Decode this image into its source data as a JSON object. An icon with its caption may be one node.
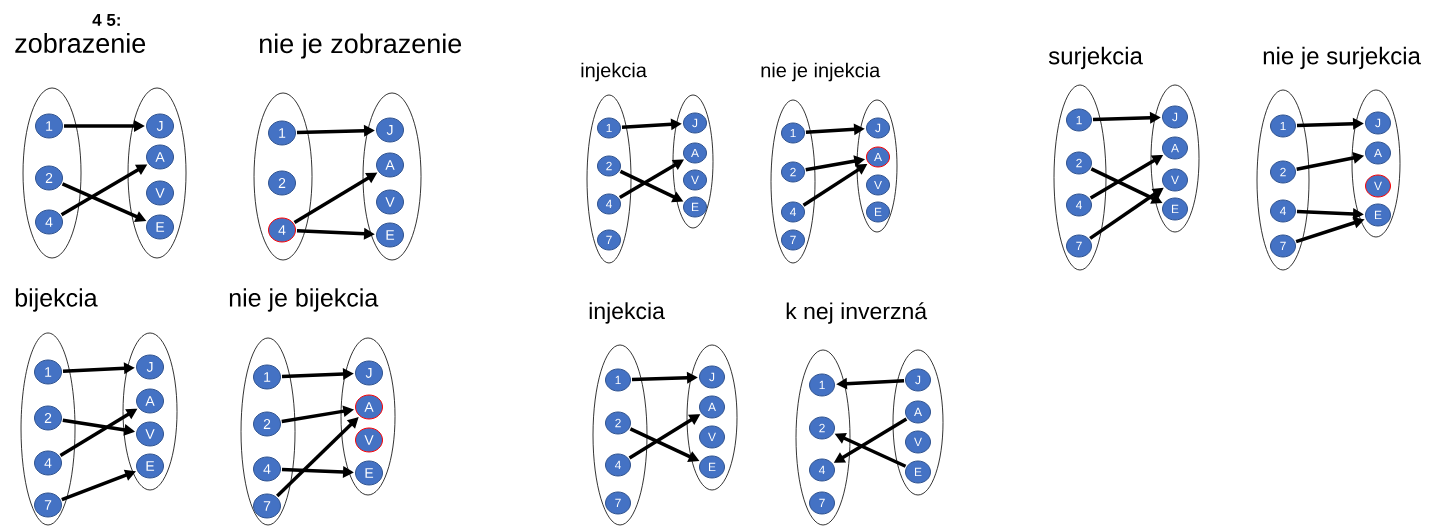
{
  "diagram": {
    "nodes": [
      {
        "text": [],
        "shape": "ellipse"
      },
      {
        "text": [
          "1"
        ],
        "in": 0
      },
      {
        "text": [
          "2"
        ],
        "in": 0
      },
      {
        "text": [
          "4"
        ],
        "in": 0
      },
      {
        "text": [],
        "shape": "ellipse"
      },
      {
        "text": [
          "J"
        ],
        "in": 4
      },
      {
        "text": [
          "A"
        ],
        "in": 4
      },
      {
        "text": [
          "V"
        ],
        "in": 4
      },
      {
        "text": [
          "E"
        ],
        "in": 4
      },
      {
        "text": [],
        "shape": "ellipse"
      },
      {
        "text": [
          "1"
        ],
        "in": 9
      },
      {
        "text": [
          "2"
        ],
        "in": 9
      },
      {
        "text": [
          "4"
        ],
        "in": 9
      },
      {
        "text": [],
        "shape": "ellipse"
      },
      {
        "text": [
          "J"
        ],
        "in": 13
      },
      {
        "text": [
          "A"
        ],
        "in": 13
      },
      {
        "text": [
          "V"
        ],
        "in": 13
      },
      {
        "text": [
          "E"
        ],
        "in": 13
      },
      {
        "text": [],
        "shape": "ellipse"
      },
      {
        "text": [
          "1"
        ],
        "in": 18
      },
      {
        "text": [
          "2"
        ],
        "in": 18
      },
      {
        "text": [
          "4"
        ],
        "in": 18
      },
      {
        "text": [
          "7"
        ],
        "in": 18
      },
      {
        "text": [],
        "shape": "ellipse"
      },
      {
        "text": [
          "J"
        ],
        "in": 23
      },
      {
        "text": [
          "A"
        ],
        "in": 23
      },
      {
        "text": [
          "V"
        ],
        "in": 23
      },
      {
        "text": [
          "E"
        ],
        "in": 23
      },
      {
        "text": [],
        "shape": "ellipse"
      },
      {
        "text": [
          "1"
        ],
        "in": 28
      },
      {
        "text": [
          "2"
        ],
        "in": 28
      },
      {
        "text": [
          "4"
        ],
        "in": 28
      },
      {
        "text": [
          "7"
        ],
        "in": 28
      },
      {
        "text": [],
        "shape": "ellipse"
      },
      {
        "text": [
          "J"
        ],
        "in": 33
      },
      {
        "text": [
          "A"
        ],
        "in": 33
      },
      {
        "text": [
          "V"
        ],
        "in": 33
      },
      {
        "text": [
          "E"
        ],
        "in": 33
      },
      {
        "text": [],
        "shape": "ellipse"
      },
      {
        "text": [
          "1"
        ],
        "in": 38
      },
      {
        "text": [
          "2"
        ],
        "in": 38
      },
      {
        "text": [
          "4"
        ],
        "in": 38
      },
      {
        "text": [
          "7"
        ],
        "in": 38
      },
      {
        "text": [],
        "shape": "ellipse"
      },
      {
        "text": [
          "J"
        ],
        "in": 43
      },
      {
        "text": [
          "A"
        ],
        "in": 43
      },
      {
        "text": [
          "V"
        ],
        "in": 43
      },
      {
        "text": [
          "E"
        ],
        "in": 43
      },
      {
        "text": [],
        "shape": "ellipse"
      },
      {
        "text": [
          "1"
        ],
        "in": 48
      },
      {
        "text": [
          "2"
        ],
        "in": 48
      },
      {
        "text": [
          "4"
        ],
        "in": 48
      },
      {
        "text": [
          "7"
        ],
        "in": 48
      },
      {
        "text": [],
        "shape": "ellipse"
      },
      {
        "text": [
          "J"
        ],
        "in": 53
      },
      {
        "text": [
          "A"
        ],
        "in": 53
      },
      {
        "text": [
          "V"
        ],
        "in": 53
      },
      {
        "text": [
          "E"
        ],
        "in": 53
      },
      {
        "text": [],
        "shape": "ellipse"
      },
      {
        "text": [
          "1"
        ],
        "in": 58
      },
      {
        "text": [
          "2"
        ],
        "in": 58
      },
      {
        "text": [
          "4"
        ],
        "in": 58
      },
      {
        "text": [
          "7"
        ],
        "in": 58
      },
      {
        "text": [],
        "shape": "ellipse"
      },
      {
        "text": [
          "J"
        ],
        "in": 63
      },
      {
        "text": [
          "A"
        ],
        "in": 63
      },
      {
        "text": [
          "V"
        ],
        "in": 63
      },
      {
        "text": [
          "E"
        ],
        "in": 63
      },
      {
        "text": [],
        "shape": "ellipse"
      },
      {
        "text": [
          "1"
        ],
        "in": 68
      },
      {
        "text": [
          "2"
        ],
        "in": 68
      },
      {
        "text": [
          "4"
        ],
        "in": 68
      },
      {
        "text": [
          "7"
        ],
        "in": 68
      },
      {
        "text": [],
        "shape": "ellipse"
      },
      {
        "text": [
          "J"
        ],
        "in": 73
      },
      {
        "text": [
          "A"
        ],
        "in": 73
      },
      {
        "text": [
          "V"
        ],
        "in": 73
      },
      {
        "text": [
          "E"
        ],
        "in": 73
      },
      {
        "text": [],
        "shape": "ellipse"
      },
      {
        "text": [
          "1"
        ],
        "in": 78
      },
      {
        "text": [
          "2"
        ],
        "in": 78
      },
      {
        "text": [
          "4"
        ],
        "in": 78
      },
      {
        "text": [
          "7"
        ],
        "in": 78
      },
      {
        "text": [],
        "shape": "ellipse"
      },
      {
        "text": [
          "J"
        ],
        "in": 83
      },
      {
        "text": [
          "A"
        ],
        "in": 83
      },
      {
        "text": [
          "V"
        ],
        "in": 83
      },
      {
        "text": [
          "E"
        ],
        "in": 83
      },
      {
        "text": [],
        "shape": "ellipse"
      },
      {
        "text": [
          "1"
        ],
        "in": 88
      },
      {
        "text": [
          "2"
        ],
        "in": 88
      },
      {
        "text": [
          "4"
        ],
        "in": 88
      },
      {
        "text": [
          "7"
        ],
        "in": 88
      },
      {
        "text": [],
        "shape": "ellipse"
      },
      {
        "text": [
          "J"
        ],
        "in": 93
      },
      {
        "text": [
          "A"
        ],
        "in": 93
      },
      {
        "text": [
          "V"
        ],
        "in": 93
      },
      {
        "text": [
          "E"
        ],
        "in": 93
      }
    ],
    "edges": [
      {
        "from": 1,
        "to": 5,
        "arrow": "to"
      },
      {
        "from": 2,
        "to": 8,
        "arrow": "to"
      },
      {
        "from": 3,
        "to": 6,
        "arrow": "to"
      },
      {
        "from": 10,
        "to": 14,
        "arrow": "to"
      },
      {
        "from": 12,
        "to": 15,
        "arrow": "to"
      },
      {
        "from": 12,
        "to": 17,
        "arrow": "to"
      },
      {
        "from": 19,
        "to": 24,
        "arrow": "to"
      },
      {
        "from": 20,
        "to": 27,
        "arrow": "to"
      },
      {
        "from": 21,
        "to": 25,
        "arrow": "to"
      },
      {
        "from": 29,
        "to": 34,
        "arrow": "to"
      },
      {
        "from": 30,
        "to": 35,
        "arrow": "to"
      },
      {
        "from": 31,
        "to": 35,
        "arrow": "to"
      },
      {
        "from": 39,
        "to": 44,
        "arrow": "to"
      },
      {
        "from": 40,
        "to": 47,
        "arrow": "to"
      },
      {
        "from": 41,
        "to": 45,
        "arrow": "to"
      },
      {
        "from": 42,
        "to": 46,
        "arrow": "to"
      },
      {
        "from": 49,
        "to": 54,
        "arrow": "to"
      },
      {
        "from": 50,
        "to": 55,
        "arrow": "to"
      },
      {
        "from": 51,
        "to": 57,
        "arrow": "to"
      },
      {
        "from": 52,
        "to": 57,
        "arrow": "to"
      },
      {
        "from": 59,
        "to": 64,
        "arrow": "to"
      },
      {
        "from": 60,
        "to": 66,
        "arrow": "to"
      },
      {
        "from": 61,
        "to": 65,
        "arrow": "to"
      },
      {
        "from": 62,
        "to": 67,
        "arrow": "to"
      },
      {
        "from": 69,
        "to": 74,
        "arrow": "to"
      },
      {
        "from": 70,
        "to": 75,
        "arrow": "to"
      },
      {
        "from": 71,
        "to": 77,
        "arrow": "to"
      },
      {
        "from": 72,
        "to": 75,
        "arrow": "to"
      },
      {
        "from": 79,
        "to": 84,
        "arrow": "to"
      },
      {
        "from": 80,
        "to": 87,
        "arrow": "to"
      },
      {
        "from": 81,
        "to": 85,
        "arrow": "to"
      },
      {
        "from": 94,
        "to": 89,
        "arrow": "to"
      },
      {
        "from": 95,
        "to": 91,
        "arrow": "to"
      },
      {
        "from": 97,
        "to": 90,
        "arrow": "to"
      }
    ],
    "labels": [
      "4 5:",
      "zobrazenie",
      "nie je zobrazenie",
      "injekcia",
      "nie je injekcia",
      "surjekcia",
      "nie je surjekcia",
      "bijekcia",
      "nie je bijekcia",
      "injekcia",
      "k nej inverzná"
    ]
  }
}
